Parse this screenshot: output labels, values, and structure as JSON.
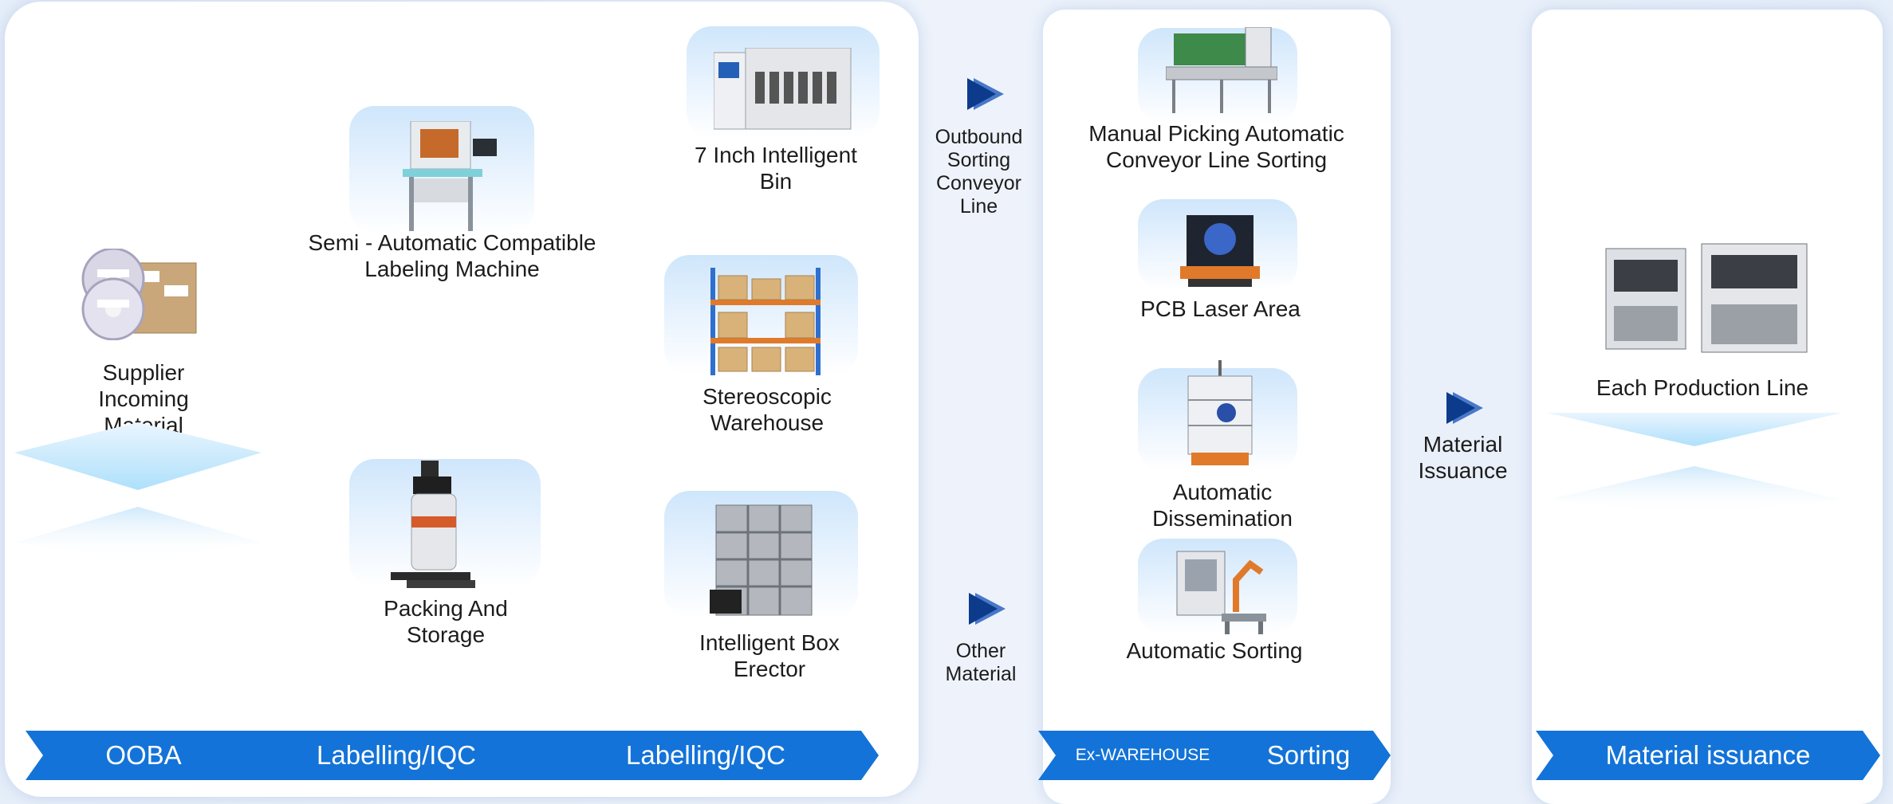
{
  "panel1": {
    "supplier": "Supplier Incoming Material",
    "labeler": "Semi - Automatic Compatible Labeling Machine",
    "packing": "Packing And Storage",
    "bin": "7 Inch Intelligent Bin",
    "warehouse": "Stereoscopic Warehouse",
    "erector": "Intelligent Box Erector",
    "stages": [
      "OOBA",
      "Labelling/IQC",
      "Labelling/IQC"
    ]
  },
  "flow1": {
    "outbound": "Outbound Sorting Conveyor Line",
    "other": "Other Material"
  },
  "panel2": {
    "manual": "Manual Picking Automatic Conveyor Line Sorting",
    "pcb": "PCB Laser Area",
    "dissemination": "Automatic Dissemination",
    "sorting": "Automatic Sorting",
    "stages": [
      "Ex-WAREHOUSE",
      "Sorting"
    ]
  },
  "flow2": {
    "issuance": "Material Issuance"
  },
  "panel3": {
    "line": "Each Production Line",
    "stage": "Material issuance"
  },
  "colors": {
    "accent": "#1373d8",
    "arrow": "#0d3b8c",
    "card": "#cfe6fb"
  }
}
